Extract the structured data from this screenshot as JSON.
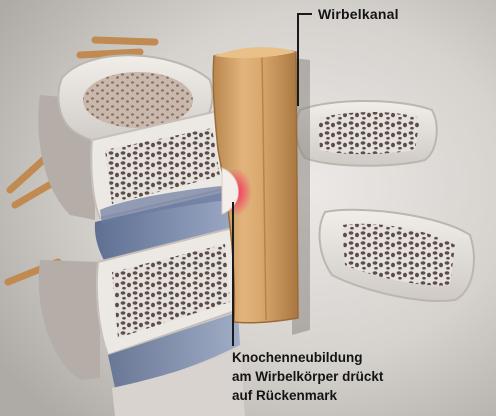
{
  "labels": {
    "wirbelkanal": "Wirbelkanal",
    "knochenneubildung": {
      "line1": "Knochenneubildung",
      "line2": "am Wirbelkörper drückt",
      "line3": "auf Rückenmark"
    }
  },
  "colors": {
    "background": "#d8d5d2",
    "bone": "#e7e3df",
    "spongy_bone": "#a89b92",
    "disc": "#7e8fae",
    "spinal_cord": "#d8a86c",
    "nerve": "#c9955c",
    "pressure_highlight": "#e8324c",
    "leader_line": "#1a1a1a"
  }
}
